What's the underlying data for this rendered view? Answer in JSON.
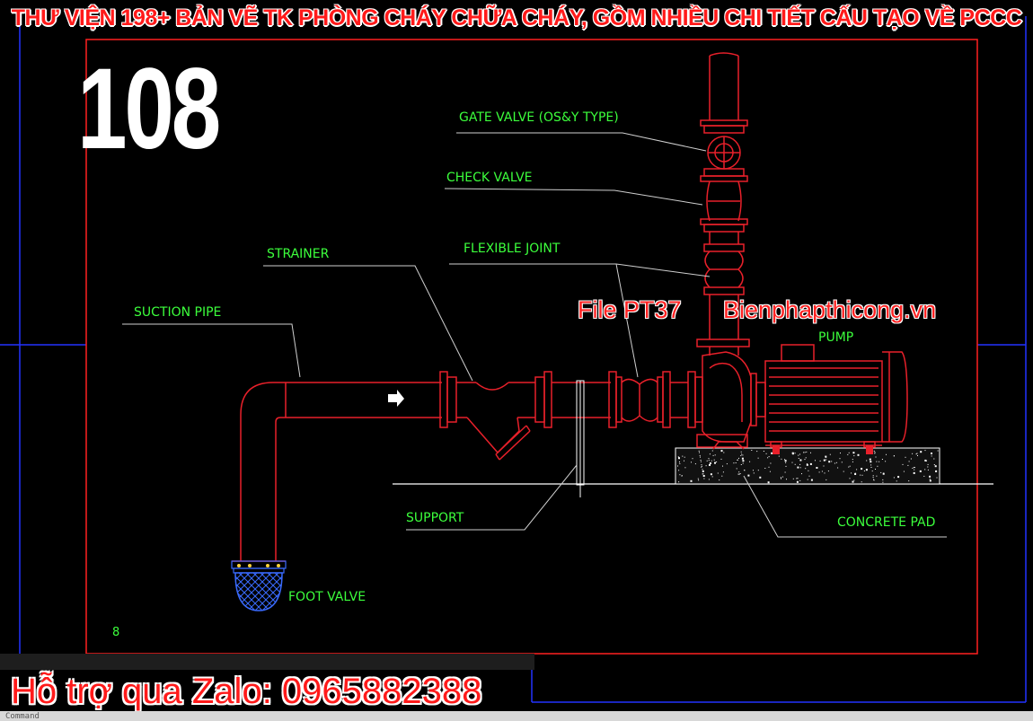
{
  "banner": {
    "title": "THƯ VIỆN 198+ BẢN VẼ TK PHÒNG CHÁY CHỮA CHÁY, GỒM NHIỀU CHI TIẾT CẤU TẠO VỀ PCCC"
  },
  "drawing_number": "108",
  "labels": {
    "gate_valve": "GATE VALVE (OS&Y TYPE)",
    "check_valve": "CHECK VALVE",
    "flexible_joint": "FLEXIBLE JOINT",
    "strainer": "STRAINER",
    "suction_pipe": "SUCTION PIPE",
    "pump": "PUMP",
    "support": "SUPPORT",
    "concrete_pad": "CONCRETE PAD",
    "foot_valve": "FOOT VALVE"
  },
  "file_tag": {
    "code": "File PT37",
    "site": "Bienphapthicong.vn"
  },
  "sheet_number": "8",
  "footer": {
    "zalo": "Hỗ trợ qua Zalo: 0965882388"
  },
  "command_line": {
    "prompt": "Command"
  },
  "colors": {
    "pipe_red": "#e8202a",
    "label_green": "#3cff3c",
    "frame_red": "#ff2020",
    "viewport_blue": "#2233ff",
    "foot_valve_blue": "#3a6bff"
  }
}
